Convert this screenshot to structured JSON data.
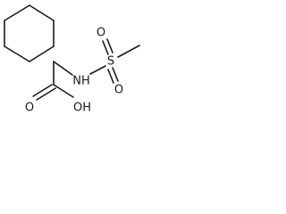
{
  "molecule": {
    "atoms": {
      "nh": "NH",
      "s": "S",
      "o_top": "O",
      "o_bottom": "O",
      "o_carbonyl": "O",
      "oh": "OH"
    }
  }
}
